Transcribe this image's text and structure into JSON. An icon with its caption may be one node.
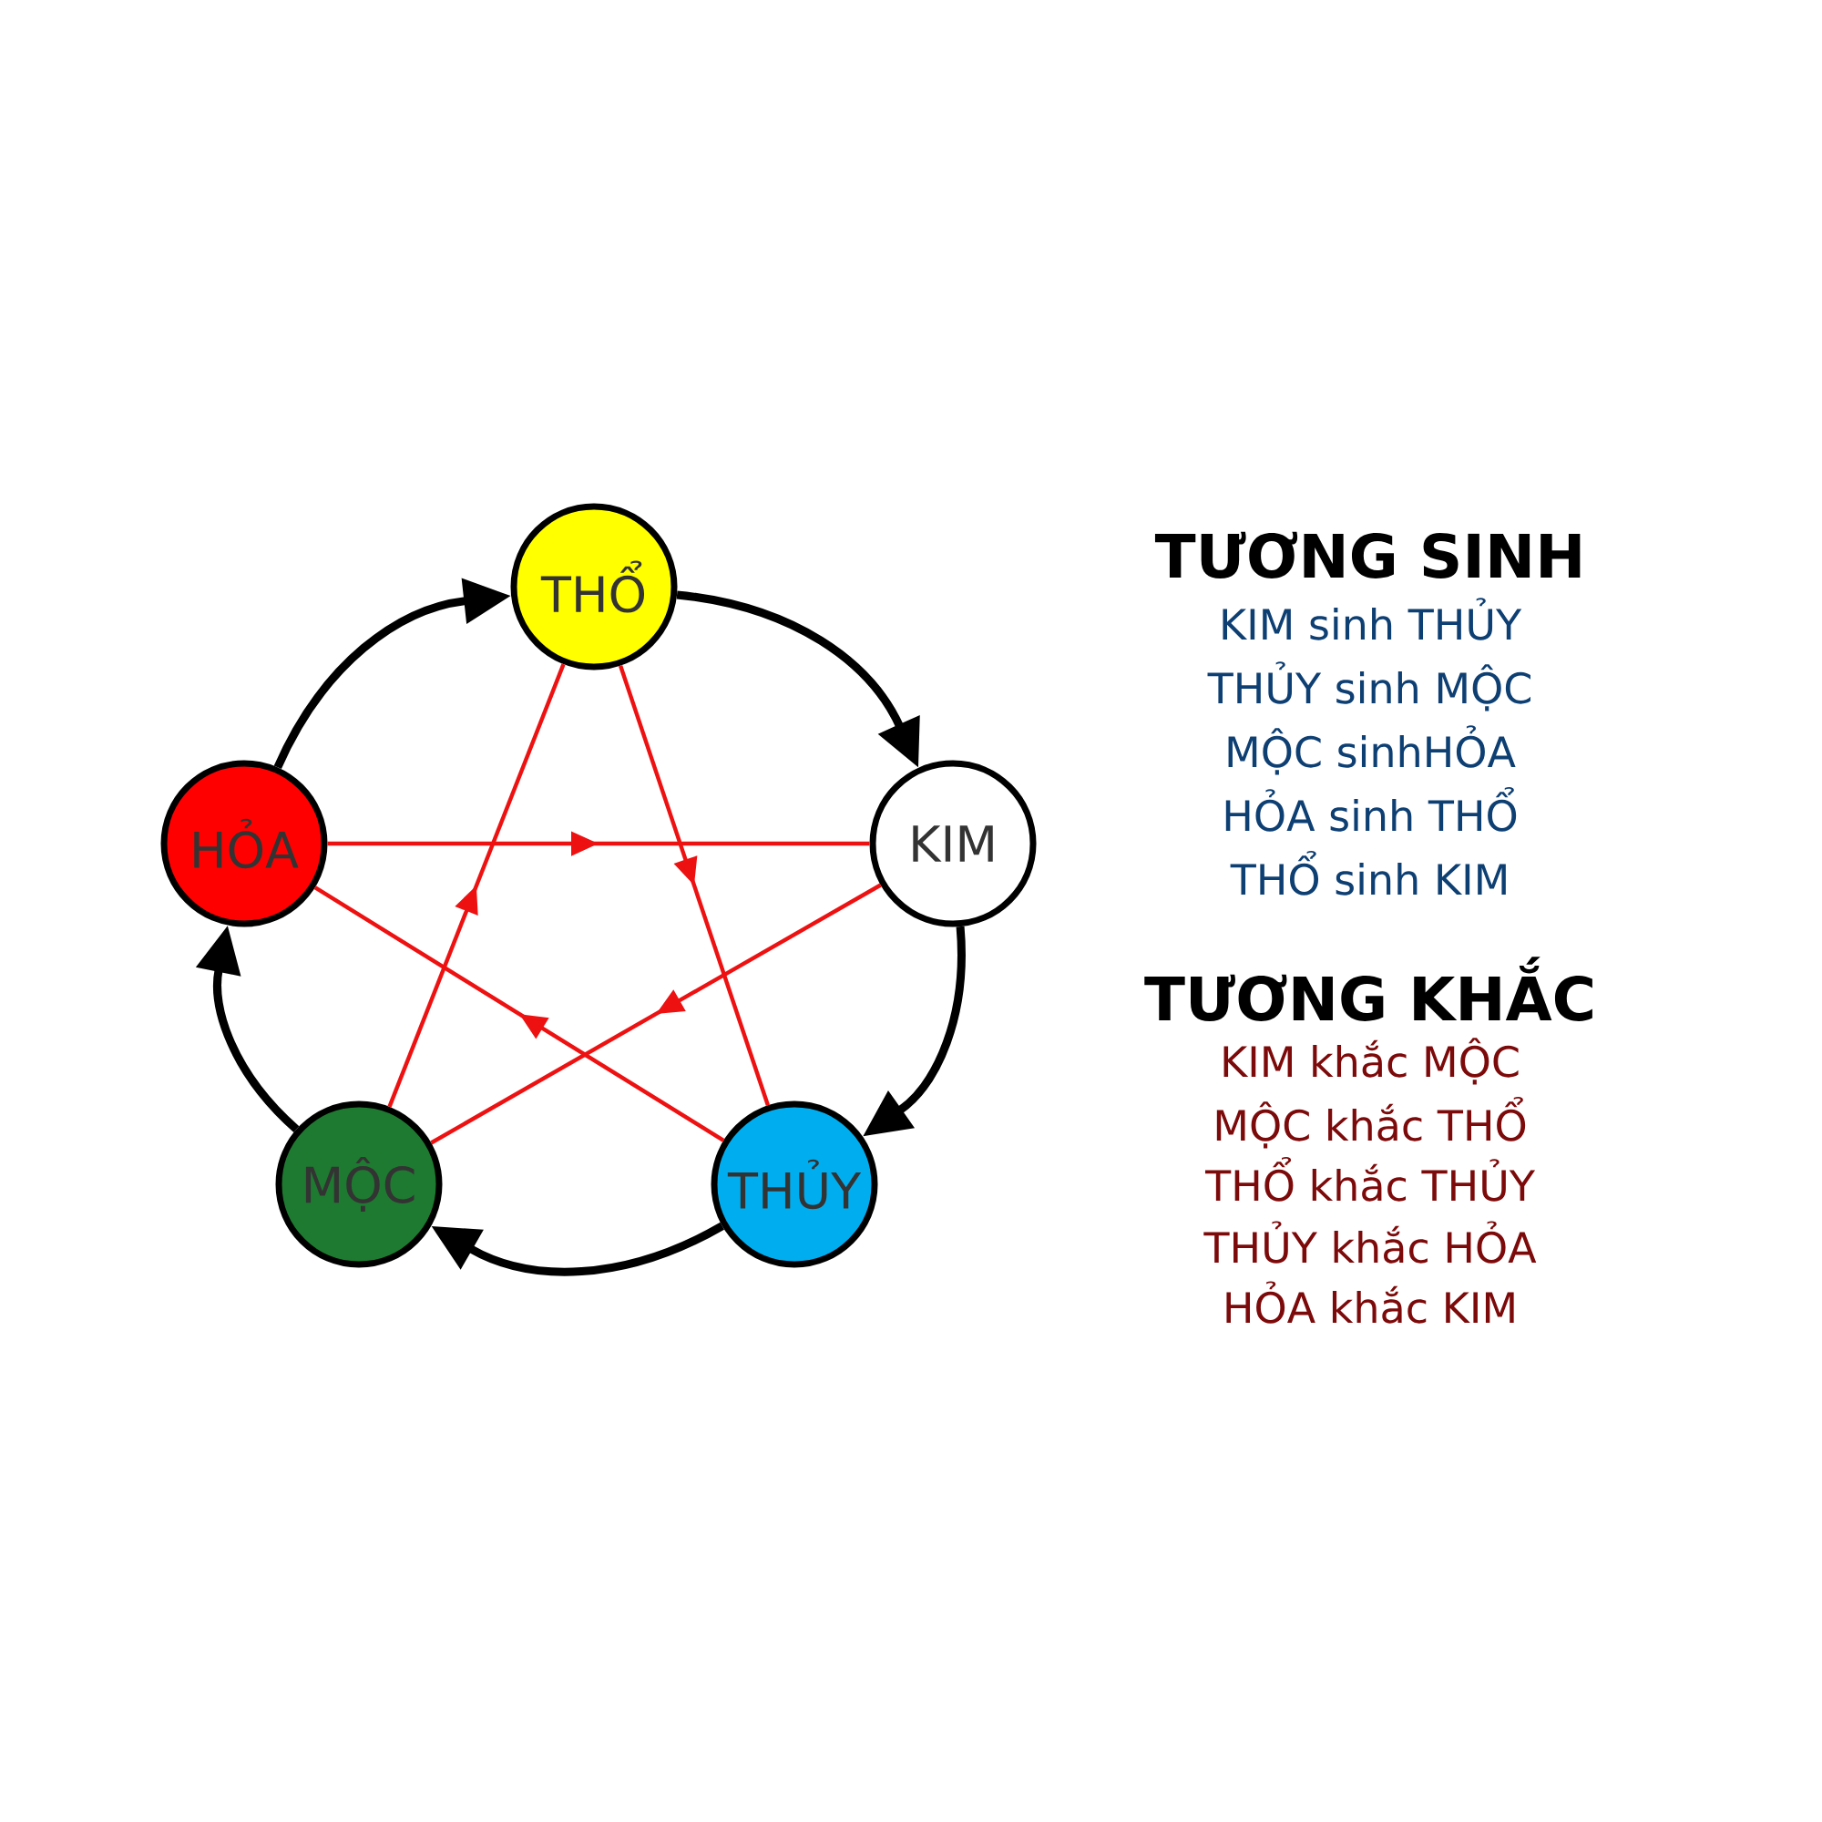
{
  "diagram": {
    "nodes": [
      {
        "text": [
          "THỔ"
        ]
      },
      {
        "text": [
          "KIM"
        ]
      },
      {
        "text": [
          "THỦY"
        ]
      },
      {
        "text": [
          "MỘC"
        ]
      },
      {
        "text": [
          "HỎA"
        ]
      }
    ],
    "edges": [
      {
        "from": 4,
        "to": 0,
        "arrow": "to",
        "style": "thick"
      },
      {
        "from": 0,
        "to": 1,
        "arrow": "to",
        "style": "thick"
      },
      {
        "from": 1,
        "to": 2,
        "arrow": "to",
        "style": "thick"
      },
      {
        "from": 2,
        "to": 3,
        "arrow": "to",
        "style": "thick"
      },
      {
        "from": 3,
        "to": 4,
        "arrow": "to",
        "style": "thick"
      },
      {
        "from": 4,
        "to": 1,
        "arrow": "to",
        "color": "#ee1111"
      },
      {
        "from": 0,
        "to": 2,
        "arrow": "to",
        "color": "#ee1111"
      },
      {
        "from": 1,
        "to": 3,
        "arrow": "to",
        "color": "#ee1111"
      },
      {
        "from": 2,
        "to": 4,
        "arrow": "to",
        "color": "#ee1111"
      },
      {
        "from": 3,
        "to": 0,
        "arrow": "to",
        "color": "#ee1111"
      }
    ],
    "labels": [
      "TƯƠNG SINH",
      "KIM sinh THỦY",
      "THỦY sinh MỘC",
      "MỘC sinhHỎA",
      "HỎA sinh THỔ",
      "THỔ sinh KIM",
      "TƯƠNG KHẮC",
      "KIM khắc MỘC",
      "MỘC khắc THỔ",
      "THỔ khắc THỦY",
      "THỦY khắc HỎA",
      "HỎA khắc KIM"
    ]
  }
}
